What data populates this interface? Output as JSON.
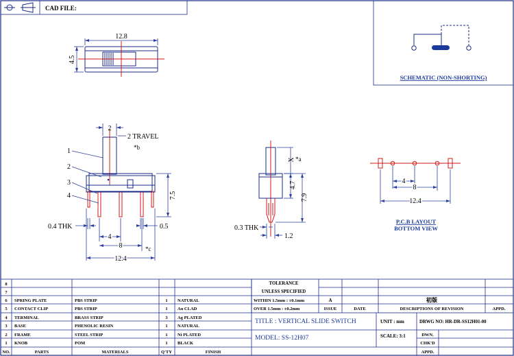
{
  "header": {
    "cad_file_label": "CAD FILE:"
  },
  "top_view": {
    "width_dim": "12.8",
    "height_dim": "4.5"
  },
  "schematic": {
    "caption": "SCHEMATIC (NON-SHORTING)"
  },
  "front_view": {
    "travel_dim": "2",
    "travel_label": "2  TRAVEL",
    "note_b": "*b",
    "callouts": [
      "1",
      "2",
      "3",
      "4"
    ],
    "height_dim": "7.5",
    "thk_left": "0.4  THK",
    "pin_width": "0.5",
    "pitch_4": "4",
    "pitch_8": "8",
    "note_c": "*c",
    "overall": "12.4"
  },
  "side_view": {
    "x_dim": "X",
    "note_a": "*a",
    "dim_47": "4.7",
    "dim_79": "7.9",
    "thk": "0.3  THK",
    "pin_12": "1.2"
  },
  "pcb_layout": {
    "dim_4": "4",
    "dim_8": "8",
    "dim_124": "12.4",
    "caption_1": "P.C.B  LAYOUT",
    "caption_2": "BOTTOM  VIEW"
  },
  "bom": {
    "rows": [
      {
        "no": "8",
        "parts": "",
        "materials": "",
        "qty": "",
        "finish": ""
      },
      {
        "no": "7",
        "parts": "",
        "materials": "",
        "qty": "",
        "finish": ""
      },
      {
        "no": "6",
        "parts": "SPRING PLATE",
        "materials": "PBS STRIP",
        "qty": "1",
        "finish": "NATURAL"
      },
      {
        "no": "5",
        "parts": "CONTACT CLIP",
        "materials": "PBS STRIP",
        "qty": "1",
        "finish": "Au CLAD"
      },
      {
        "no": "4",
        "parts": "TERMINAL",
        "materials": "BRASS STRIP",
        "qty": "3",
        "finish": "Ag PLATED"
      },
      {
        "no": "3",
        "parts": "BASE",
        "materials": "PHENOLIC RESIN",
        "qty": "1",
        "finish": "NATURAL"
      },
      {
        "no": "2",
        "parts": "FRAME",
        "materials": "STEEL STRIP",
        "qty": "1",
        "finish": "Ni PLATED"
      },
      {
        "no": "1",
        "parts": "KNOB",
        "materials": "POM",
        "qty": "1",
        "finish": "BLACK"
      }
    ],
    "header": {
      "no": "NO.",
      "parts": "PARTS",
      "materials": "MATERIALS",
      "qty": "Q'TY",
      "finish": "FINISH"
    }
  },
  "tolerance": {
    "title": "TOLERANCE",
    "subtitle": "UNLESS  SPECIFIED",
    "within": "WITHIN 1.5mm : ±0.1mm",
    "over": "OVER 1.5mm : ±0.2mm"
  },
  "revision": {
    "issue_value": "A",
    "issue_label": "ISSUE",
    "date_label": "DATE",
    "cn_label": "初版",
    "desc_label": "DESCRIPTIONS  OF  REVISION",
    "appd_label": "APPD."
  },
  "title_block": {
    "title": "TITLE :  VERTICAL  SLIDE  SWITCH",
    "model": "MODEL:  SS-12H07",
    "unit": "UNIT :  mm",
    "scale": "SCALE:  3:1",
    "drwg_no": "DRWG NO:  HR-DR-SS12H01-00",
    "dwn": "DWN.",
    "chkd": "CHK'D",
    "appd": "APPD."
  }
}
